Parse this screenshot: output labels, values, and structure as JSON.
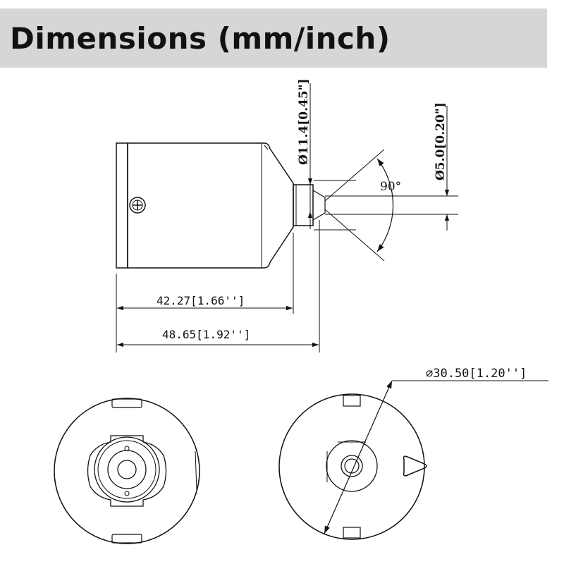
{
  "header": {
    "title": "Dimensions (mm/inch)"
  },
  "side_view": {
    "length_body": "42.27[1.66'']",
    "length_total": "48.65[1.92'']",
    "dia_lens_housing": "Ø11.4[0.45\"]",
    "dia_lens": "Ø5.0[0.20\"]",
    "view_angle": "90°"
  },
  "back_view": {
    "diameter": "∅30.50[1.20'']"
  }
}
